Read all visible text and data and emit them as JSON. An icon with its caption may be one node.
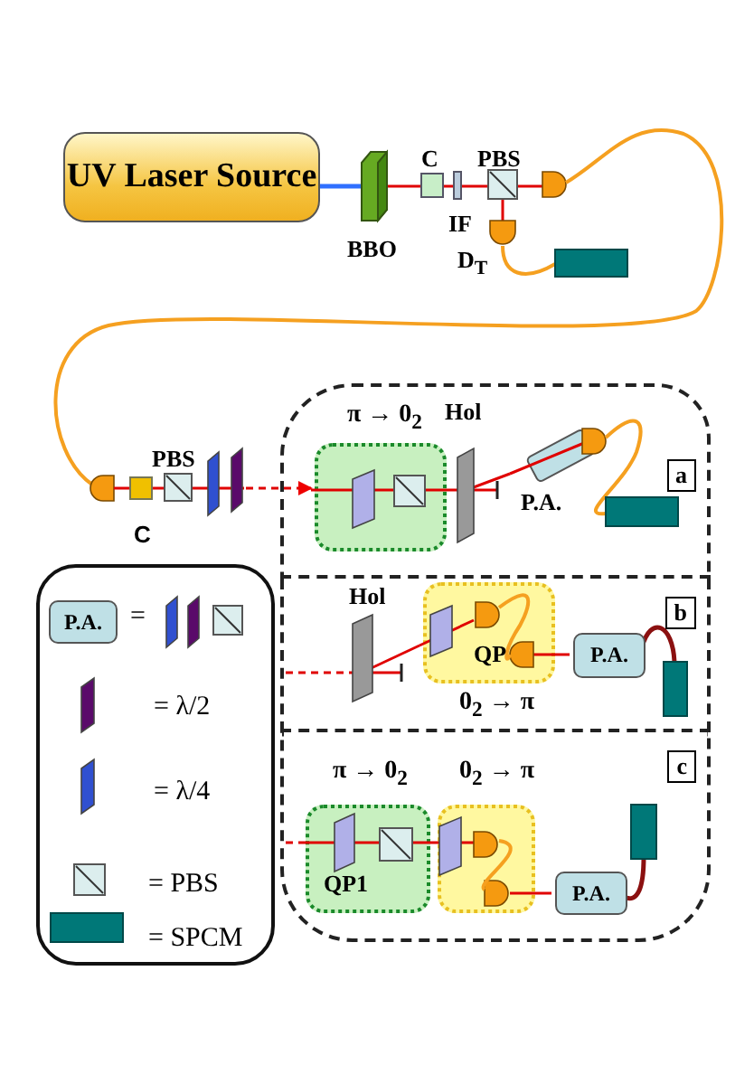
{
  "diagram": {
    "nodes": [
      {
        "text": [
          "UV Laser Source"
        ]
      },
      {
        "text": [
          "a"
        ]
      },
      {
        "text": [],
        "shape": "box",
        "in": 1,
        "beside": [
          "π → 0$_{2}$"
        ]
      },
      {
        "text": [
          "P.A."
        ],
        "in": 1
      },
      {
        "text": [
          "b"
        ]
      },
      {
        "text": [
          "QP"
        ],
        "in": 4,
        "beside": [
          "0$_{2}$ → π"
        ]
      },
      {
        "text": [
          "P.A."
        ],
        "in": 4
      },
      {
        "text": [
          "c"
        ]
      },
      {
        "text": [
          "QP1"
        ],
        "in": 7,
        "beside": [
          "π → 0$_{2}$"
        ]
      },
      {
        "text": [],
        "shape": "box",
        "in": 7,
        "beside": [
          "0$_{2}$ → π"
        ]
      },
      {
        "text": [
          "P.A."
        ],
        "in": 7
      },
      {
        "text": [],
        "shape": "box"
      },
      {
        "text": [
          "P.A."
        ],
        "in": 11
      }
    ],
    "edges": [
      {
        "from": null,
        "to": 2,
        "arrow": "to",
        "style": "dashed"
      },
      {
        "from": 2,
        "to": 3,
        "arrow": "none"
      },
      {
        "from": null,
        "to": 5,
        "arrow": "none"
      },
      {
        "from": 5,
        "to": 6,
        "arrow": "none"
      },
      {
        "from": null,
        "to": 8,
        "arrow": "none",
        "style": "dashed"
      },
      {
        "from": 9,
        "to": 10,
        "arrow": "none"
      },
      {
        "from": 8,
        "to": 9,
        "arrow": "none"
      }
    ],
    "labels": [
      "C",
      "PBS",
      "IF",
      "BBO",
      "D$_{T}$",
      "PBS",
      "C",
      "Hol",
      "Hol"
    ],
    "legend": [
      {
        "text": "="
      },
      {
        "text": "= λ/2"
      },
      {
        "text": "= λ/4"
      },
      {
        "text": "= PBS"
      },
      {
        "text": "= SPCM"
      }
    ]
  }
}
